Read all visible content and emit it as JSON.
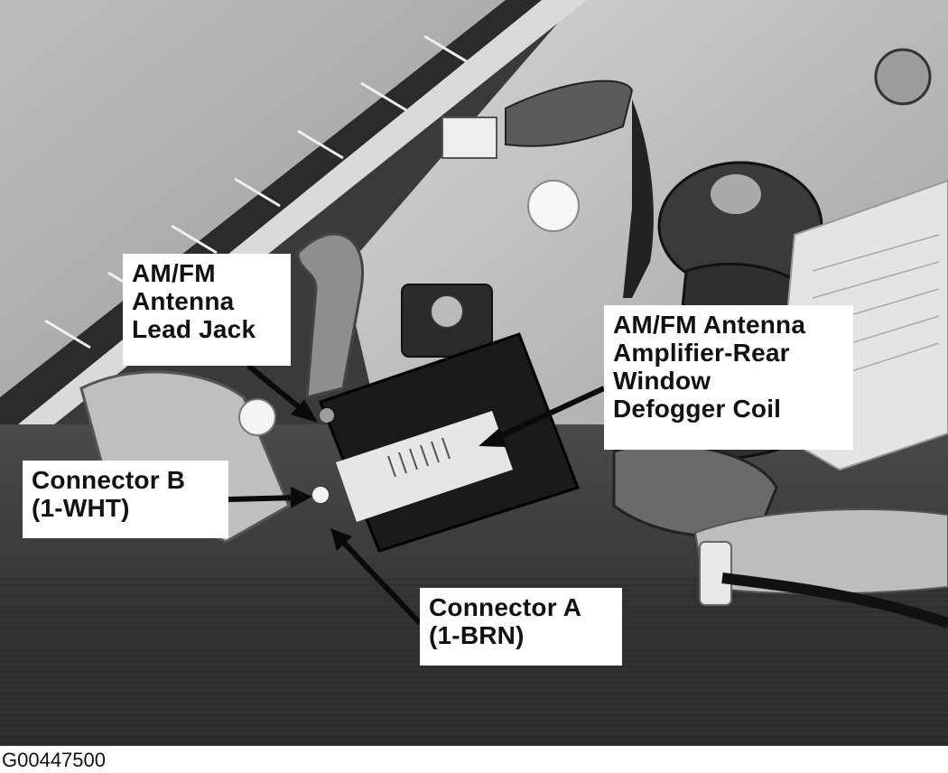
{
  "callouts": {
    "antenna_lead_jack": "AM/FM\nAntenna\nLead Jack",
    "amplifier": "AM/FM Antenna\nAmplifier-Rear\nWindow\nDefogger Coil",
    "connector_b": "Connector B\n(1-WHT)",
    "connector_a": "Connector A\n(1-BRN)"
  },
  "figure_id": "G00447500",
  "colors": {
    "callout_background": "#ffffff",
    "callout_text": "#111111",
    "arrow": "#0a0a0a"
  }
}
